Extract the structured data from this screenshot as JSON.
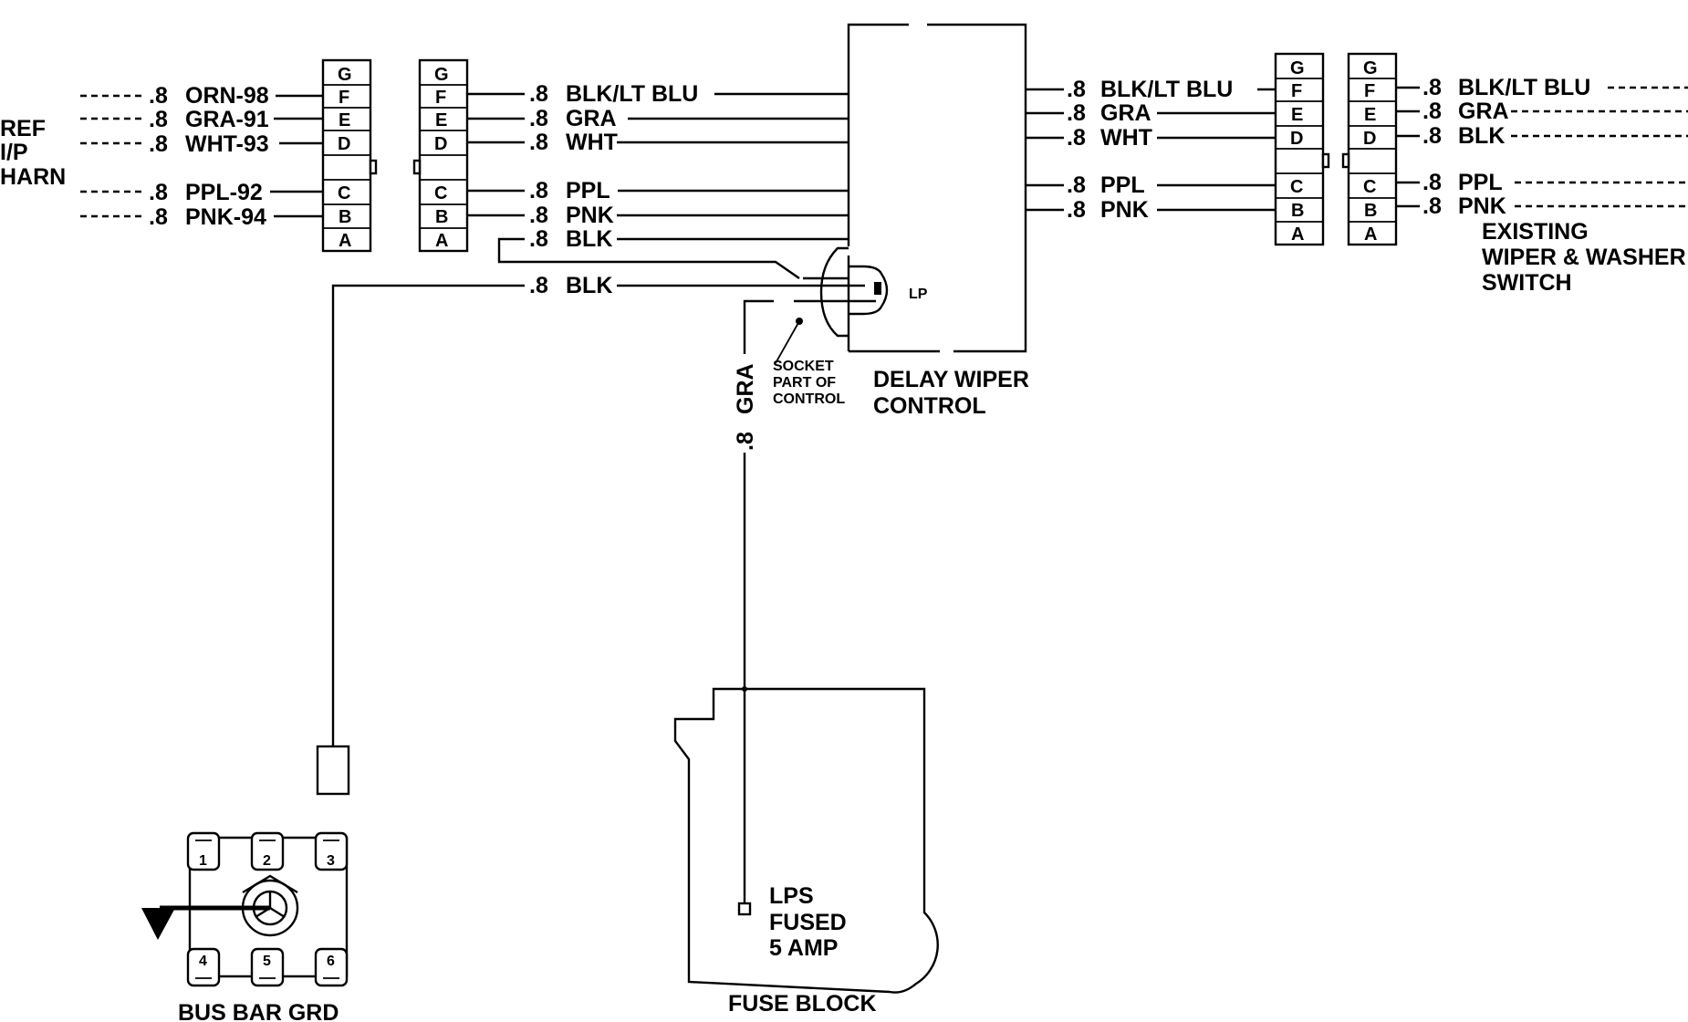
{
  "ref_harness": {
    "line1": "REF",
    "line2": "I/P",
    "line3": "HARN"
  },
  "connector_pins": [
    "G",
    "F",
    "E",
    "D",
    "C",
    "B",
    "A"
  ],
  "left_wires": [
    {
      "gauge": ".8",
      "color": "ORN-98"
    },
    {
      "gauge": ".8",
      "color": "GRA-91"
    },
    {
      "gauge": ".8",
      "color": "WHT-93"
    },
    {
      "gauge": ".8",
      "color": "PPL-92"
    },
    {
      "gauge": ".8",
      "color": "PNK-94"
    }
  ],
  "middle_wires": [
    {
      "gauge": ".8",
      "color": "BLK/LT BLU"
    },
    {
      "gauge": ".8",
      "color": "GRA"
    },
    {
      "gauge": ".8",
      "color": "WHT"
    },
    {
      "gauge": ".8",
      "color": "PPL"
    },
    {
      "gauge": ".8",
      "color": "PNK"
    },
    {
      "gauge": ".8",
      "color": "BLK"
    },
    {
      "gauge": ".8",
      "color": "BLK"
    }
  ],
  "output_wires": [
    {
      "gauge": ".8",
      "color": "BLK/LT BLU"
    },
    {
      "gauge": ".8",
      "color": "GRA"
    },
    {
      "gauge": ".8",
      "color": "WHT"
    },
    {
      "gauge": ".8",
      "color": "PPL"
    },
    {
      "gauge": ".8",
      "color": "PNK"
    }
  ],
  "switch_wires": [
    {
      "gauge": ".8",
      "color": "BLK/LT BLU"
    },
    {
      "gauge": ".8",
      "color": "GRA"
    },
    {
      "gauge": ".8",
      "color": "BLK"
    },
    {
      "gauge": ".8",
      "color": "PPL"
    },
    {
      "gauge": ".8",
      "color": "PNK"
    }
  ],
  "lamp": {
    "label": "LP"
  },
  "socket_note": {
    "line1": "SOCKET",
    "line2": "PART OF",
    "line3": "CONTROL"
  },
  "delay_control": {
    "line1": "DELAY  WIPER",
    "line2": "CONTROL"
  },
  "vertical_wire": {
    "gauge": ".8",
    "color": "GRA"
  },
  "existing_switch": {
    "line1": "EXISTING",
    "line2": "WIPER & WASHER",
    "line3": "SWITCH"
  },
  "fuse": {
    "line1": "LPS",
    "line2": "FUSED",
    "line3": "5  AMP",
    "block_label": "FUSE  BLOCK"
  },
  "bus_bar": {
    "terminals": [
      "1",
      "2",
      "3",
      "4",
      "5",
      "6"
    ],
    "label": "BUS  BAR  GRD"
  }
}
